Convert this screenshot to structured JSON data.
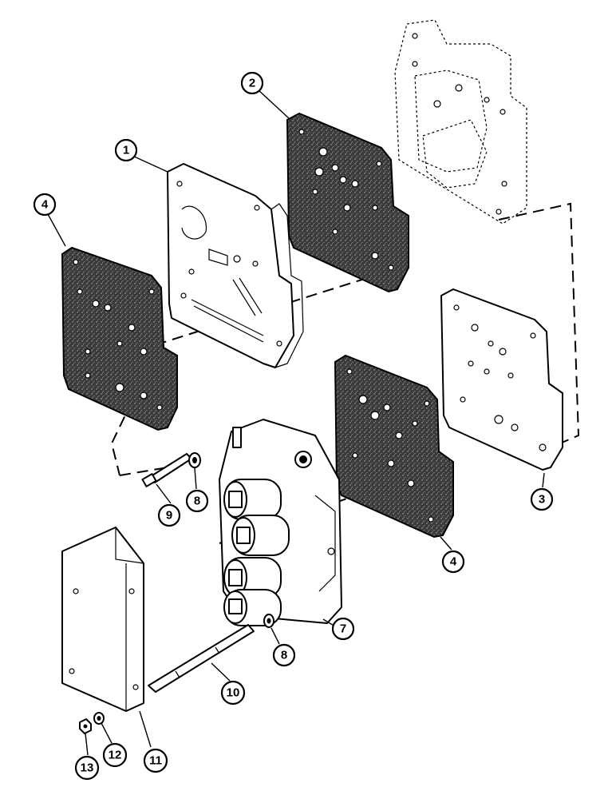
{
  "diagram": {
    "callouts": [
      {
        "id": "c1",
        "label": "1"
      },
      {
        "id": "c2",
        "label": "2"
      },
      {
        "id": "c4a",
        "label": "4"
      },
      {
        "id": "c3",
        "label": "3"
      },
      {
        "id": "c9",
        "label": "9"
      },
      {
        "id": "c8a",
        "label": "8"
      },
      {
        "id": "c4b",
        "label": "4"
      },
      {
        "id": "c7",
        "label": "7"
      },
      {
        "id": "c8b",
        "label": "8"
      },
      {
        "id": "c10",
        "label": "10"
      },
      {
        "id": "c11",
        "label": "11"
      },
      {
        "id": "c12",
        "label": "12"
      },
      {
        "id": "c13",
        "label": "13"
      }
    ]
  }
}
